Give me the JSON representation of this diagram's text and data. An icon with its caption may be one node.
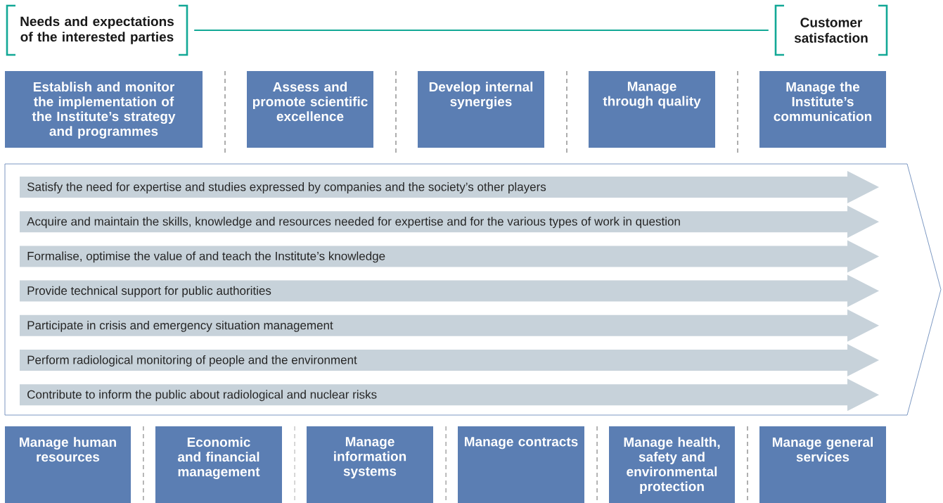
{
  "diagram": {
    "nodes": [
      {
        "text": [
          "Needs and expectations of the interested parties"
        ]
      },
      {
        "text": [
          "Customer satisfaction"
        ]
      },
      {
        "text": [
          "Establish and monitor the implementation of the Institute’s strategy and programmes"
        ]
      },
      {
        "text": [
          "Assess and promote scientific excellence"
        ]
      },
      {
        "text": [
          "Develop internal synergies"
        ]
      },
      {
        "text": [
          "Manage through quality"
        ]
      },
      {
        "text": [
          "Manage the Institute’s communication"
        ]
      },
      {
        "text": [],
        "shape": "chevron"
      },
      {
        "text": [
          "Satisfy the need for expertise and studies expressed by companies and the society’s other players"
        ],
        "in": 7
      },
      {
        "text": [
          "Acquire and maintain the skills, knowledge and resources needed for expertise and for the various types of work in question"
        ],
        "in": 7
      },
      {
        "text": [
          "Formalise, optimise the value of and teach the Institute’s knowledge"
        ],
        "in": 7
      },
      {
        "text": [
          "Provide technical support for public authorities"
        ],
        "in": 7
      },
      {
        "text": [
          "Participate in crisis and emergency situation management"
        ],
        "in": 7
      },
      {
        "text": [
          "Perform radiological monitoring of people and the environment"
        ],
        "in": 7
      },
      {
        "text": [
          "Contribute to inform the public about radiological and nuclear risks"
        ],
        "in": 7
      },
      {
        "text": [
          "Manage human resources"
        ]
      },
      {
        "text": [
          "Economic and financial management"
        ]
      },
      {
        "text": [
          "Manage information systems"
        ]
      },
      {
        "text": [
          "Manage contracts"
        ]
      },
      {
        "text": [
          "Manage health, safety and environmental protection"
        ]
      },
      {
        "text": [
          "Manage general services"
        ]
      }
    ],
    "edges": [
      {
        "from": 0,
        "to": 1,
        "arrow": "none",
        "color": "#13a896"
      }
    ]
  }
}
